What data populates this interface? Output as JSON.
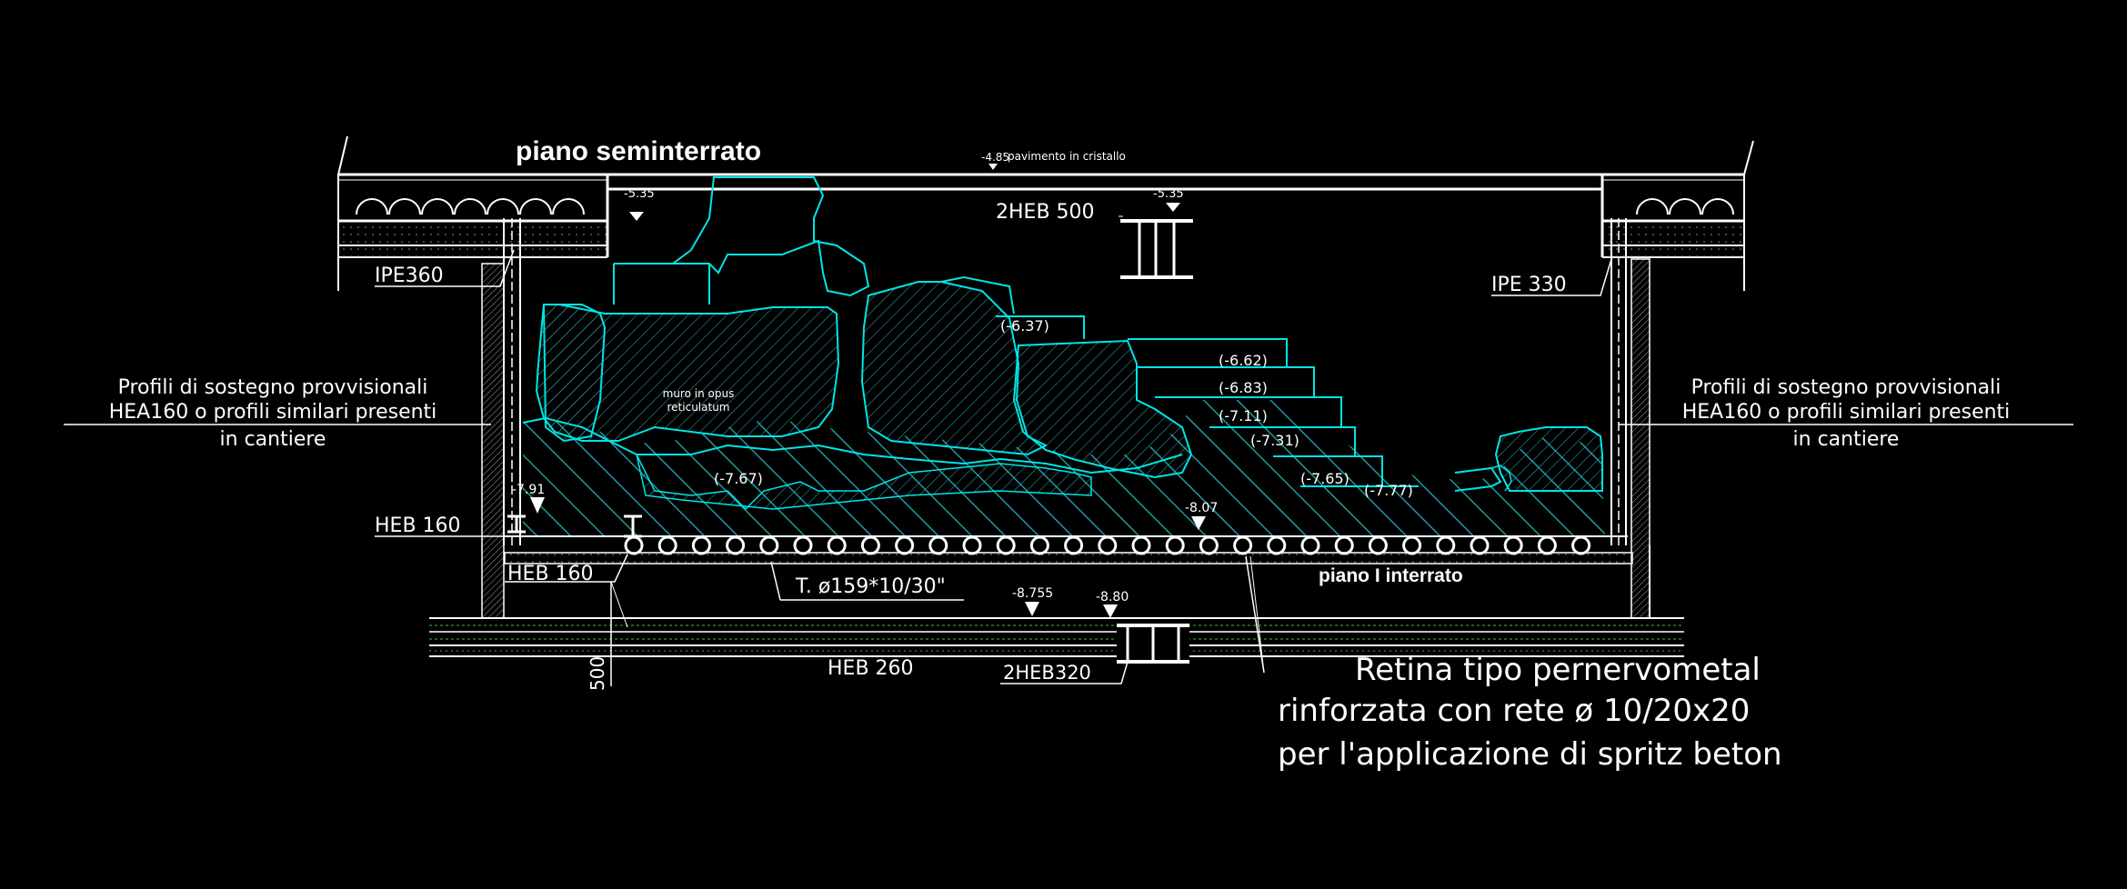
{
  "drawing": {
    "top_floor_label": "piano seminterrato",
    "crystal_floor_level": "-4.85",
    "crystal_floor_label": "pavimento in cristallo",
    "left_top_level": "-5.35",
    "right_top_level": "-5.35",
    "beam_top_center": "2HEB 500",
    "beam_left_top": "IPE360",
    "beam_right_top": "IPE 330",
    "support_note_line1": "Profili di sostegno provvisionali",
    "support_note_line2": "HEA160 o profili similari presenti",
    "support_note_line3": "in cantiere",
    "support_note_right_line1": "Profili di sostegno provvisionali",
    "support_note_right_line2": "HEA160 o profili similari presenti",
    "support_note_right_line3": "in cantiere",
    "wall_label_line1": "muro in opus",
    "wall_label_line2": "reticulatum",
    "left_level_low": "-7.91",
    "beam_left_low": "HEB 160",
    "beam_left_bottom": "HEB 160",
    "pipe_label": "T. ø159*10/30\"",
    "level_bottom_1": "-8.755",
    "level_bottom_2": "-8.80",
    "level_mid": "-8.07",
    "lower_floor_label": "piano I interrato",
    "beam_bottom": "HEB 260",
    "beam_bottom_center": "2HEB320",
    "dim_500": "500",
    "levels_ruins": [
      "(-6.37)",
      "(-6.62)",
      "(-6.83)",
      "(-7.11)",
      "(-7.31)",
      "(-7.65)",
      "(-7.77)",
      "(-7.67)"
    ],
    "note_line1": "Retina tipo pernervometal",
    "note_line2": "rinforzata con rete ø 10/20x20",
    "note_line3": "per l'applicazione di spritz beton"
  },
  "colors": {
    "background": "#000000",
    "lines": "#ffffff",
    "ruins": "#00e5e5",
    "hatch": "#18a8b0"
  }
}
